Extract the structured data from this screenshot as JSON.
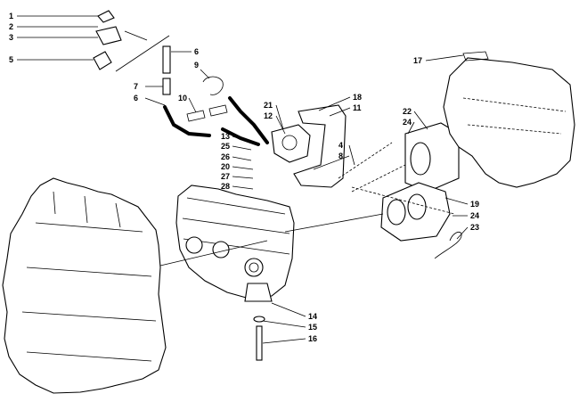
{
  "callouts": [
    {
      "id": "c1",
      "text": "1"
    },
    {
      "id": "c2",
      "text": "2"
    },
    {
      "id": "c3",
      "text": "3"
    },
    {
      "id": "c5",
      "text": "5"
    },
    {
      "id": "c6a",
      "text": "6"
    },
    {
      "id": "c9",
      "text": "9"
    },
    {
      "id": "c7",
      "text": "7"
    },
    {
      "id": "c6b",
      "text": "6"
    },
    {
      "id": "c10",
      "text": "10"
    },
    {
      "id": "c21",
      "text": "21"
    },
    {
      "id": "c12",
      "text": "12"
    },
    {
      "id": "c18",
      "text": "18"
    },
    {
      "id": "c11",
      "text": "11"
    },
    {
      "id": "c13",
      "text": "13"
    },
    {
      "id": "c25",
      "text": "25"
    },
    {
      "id": "c26",
      "text": "26"
    },
    {
      "id": "c20",
      "text": "20"
    },
    {
      "id": "c27",
      "text": "27"
    },
    {
      "id": "c28",
      "text": "28"
    },
    {
      "id": "c4",
      "text": "4"
    },
    {
      "id": "c8",
      "text": "8"
    },
    {
      "id": "c22",
      "text": "22"
    },
    {
      "id": "c24a",
      "text": "24"
    },
    {
      "id": "c17",
      "text": "17"
    },
    {
      "id": "c19",
      "text": "19"
    },
    {
      "id": "c24b",
      "text": "24"
    },
    {
      "id": "c23",
      "text": "23"
    },
    {
      "id": "c14",
      "text": "14"
    },
    {
      "id": "c15",
      "text": "15"
    },
    {
      "id": "c16",
      "text": "16"
    }
  ]
}
